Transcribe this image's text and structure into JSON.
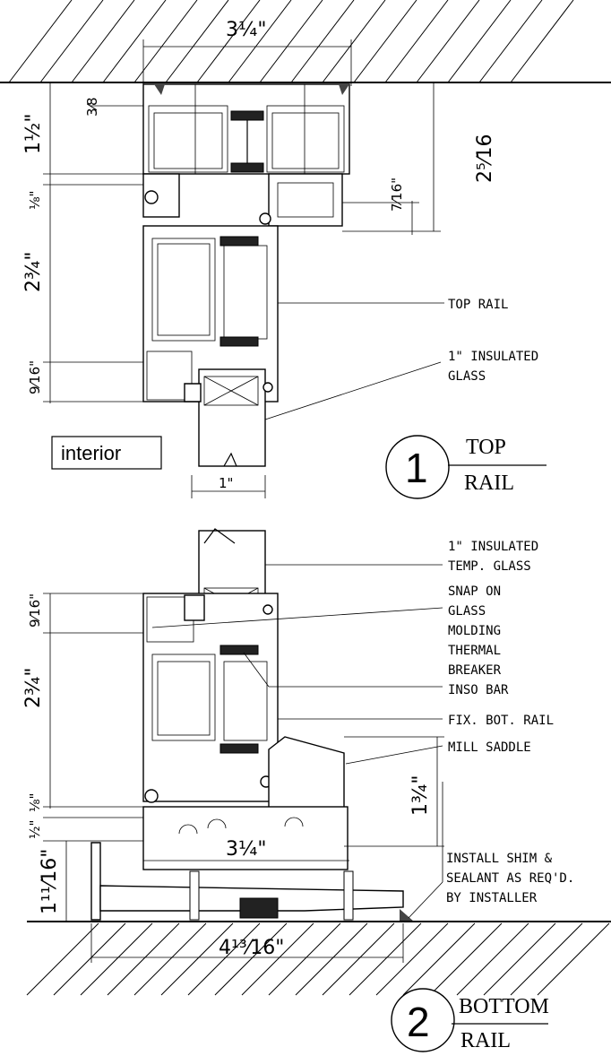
{
  "details": [
    {
      "number": "1",
      "title_top": "TOP",
      "title_bottom": "RAIL",
      "dims": {
        "top_width": "3¼\"",
        "offset_top": "3⁄8",
        "head_height": "1½\"",
        "overall_height": "2⁵⁄16",
        "gap": "7⁄16\"",
        "small_gap": "⅛\"",
        "rail_height": "2¾\"",
        "sill_height": "9⁄16\"",
        "glass_thickness": "1\""
      },
      "notes": {
        "top_rail": "TOP RAIL",
        "glass_1": "1\" INSULATED",
        "glass_2": "GLASS"
      }
    },
    {
      "number": "2",
      "title_top": "BOTTOM",
      "title_bottom": "RAIL",
      "dims": {
        "sill_height": "9⁄16\"",
        "rail_height": "2¾\"",
        "small_gap": "⅛\"",
        "half": "½\"",
        "saddle_height": "1¾\"",
        "base_height": "1¹¹⁄16\"",
        "width": "3¼\"",
        "overall_width": "4¹³⁄16\""
      },
      "notes": {
        "glass_1": "1\" INSULATED",
        "glass_2": "TEMP. GLASS",
        "molding_1": "SNAP ON",
        "molding_2": "GLASS",
        "molding_3": "MOLDING",
        "thermal_1": "THERMAL",
        "thermal_2": "BREAKER",
        "thermal_3": "INSO BAR",
        "bot_rail": "FIX. BOT. RAIL",
        "saddle": "MILL SADDLE",
        "shim_1": "INSTALL SHIM &",
        "shim_2": "SEALANT AS REQ'D.",
        "shim_3": "BY INSTALLER"
      }
    }
  ],
  "interior_label": "interior"
}
